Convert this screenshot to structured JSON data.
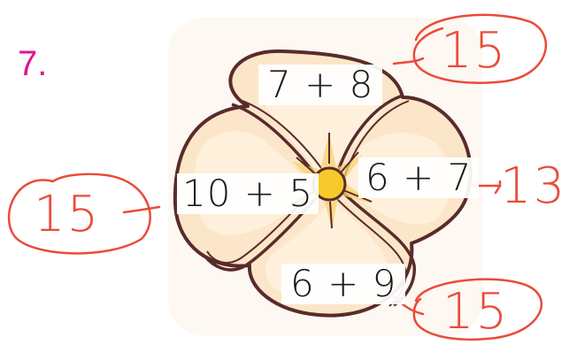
{
  "question_number": "7.",
  "petals": {
    "top": {
      "expression": "7 + 8",
      "answer": "15"
    },
    "right": {
      "expression": "6 + 7",
      "answer": "13"
    },
    "bottom": {
      "expression": "6 + 9",
      "answer": "15"
    },
    "left": {
      "expression": "10 + 5",
      "answer": "15"
    }
  },
  "colors": {
    "question_number": "#e0158f",
    "handwriting": "#ea4b3a",
    "petal_fill": "#fbe6c9",
    "petal_outline": "#5a2b2b",
    "flower_center": "#f7c92a"
  }
}
